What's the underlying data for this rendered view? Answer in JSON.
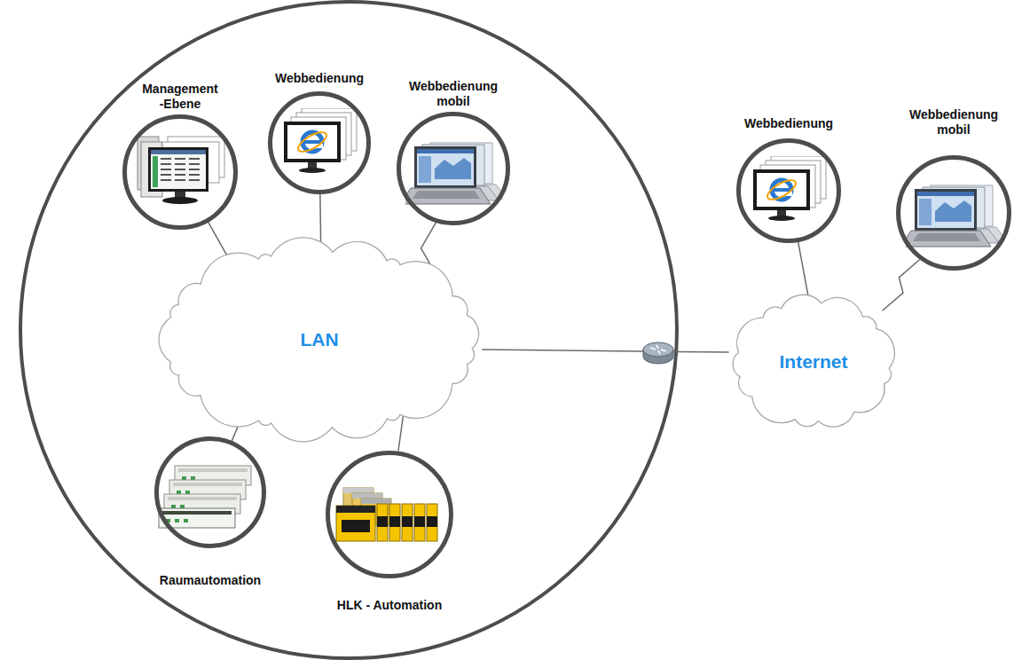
{
  "diagram": {
    "nodes": [
      {
        "text": [
          "LAN"
        ]
      },
      {
        "text": [
          "Management -Ebene"
        ]
      },
      {
        "text": [
          "Webbedienung"
        ]
      },
      {
        "text": [
          "Webbedienung mobil"
        ]
      },
      {
        "text": [
          "Raumautomation"
        ]
      },
      {
        "text": [
          "HLK - Automation"
        ]
      },
      {
        "text": [
          "Internet"
        ]
      },
      {
        "text": [
          "Webbedienung"
        ]
      },
      {
        "text": [
          "Webbedienung mobil"
        ]
      }
    ],
    "edges": [
      {
        "from": 1,
        "to": 0,
        "arrow": "none"
      },
      {
        "from": 2,
        "to": 0,
        "arrow": "none"
      },
      {
        "from": 3,
        "to": 0,
        "arrow": "none"
      },
      {
        "from": 4,
        "to": 0,
        "arrow": "none"
      },
      {
        "from": 5,
        "to": 0,
        "arrow": "none"
      },
      {
        "from": 0,
        "to": 6,
        "arrow": "none"
      },
      {
        "from": 7,
        "to": 6,
        "arrow": "none"
      },
      {
        "from": 8,
        "to": 6,
        "arrow": "none"
      }
    ]
  }
}
